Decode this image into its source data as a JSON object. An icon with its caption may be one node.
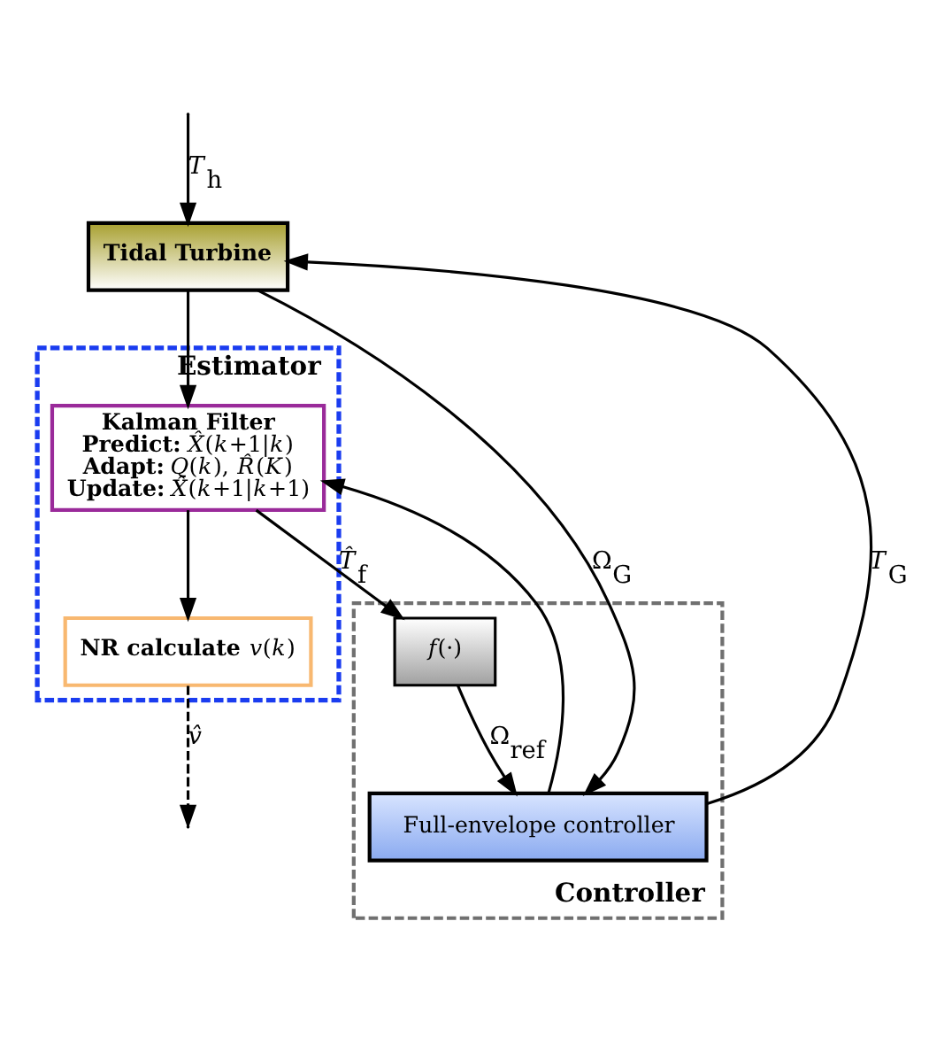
{
  "diagram": {
    "nodes": [
      {
        "text": [
          "**Tidal Turbine**"
        ]
      },
      {
        "text": [
          "**Estimator**"
        ]
      },
      {
        "text": [
          "**Kalman Filter**",
          "**Predict:** *X̂*(*k*+1|*k*)",
          "**Adapt:** *Q*(*k*), *R̂*(*K*)",
          "**Update:** *X̂*(*k*+1|*k*+1)"
        ],
        "in": 1
      },
      {
        "text": [
          "**NR calculate** *v*(*k*)"
        ],
        "in": 1
      },
      {
        "text": [
          "**Controller**"
        ]
      },
      {
        "text": [
          "*f*(·)"
        ],
        "in": 4
      },
      {
        "text": [
          "Full-envelope controller"
        ],
        "in": 4
      }
    ],
    "edges": [
      {
        "from": null,
        "to": 0,
        "arrow": "to",
        "label": "*T*$_{h}$"
      },
      {
        "from": 6,
        "to": 0,
        "arrow": "to",
        "label": "*T*$_{G}$"
      },
      {
        "from": 6,
        "to": 2,
        "arrow": "to"
      },
      {
        "from": 0,
        "to": 6,
        "arrow": "to",
        "label": "Ω$_{G}$"
      },
      {
        "from": 0,
        "to": 2,
        "arrow": "to"
      },
      {
        "from": 2,
        "to": 3,
        "arrow": "to"
      },
      {
        "from": 2,
        "to": 5,
        "arrow": "to",
        "label": "*T̂*$_{f}$"
      },
      {
        "from": 3,
        "to": null,
        "arrow": "to",
        "style": "dashed",
        "label": "*v̂*"
      },
      {
        "from": 5,
        "to": 6,
        "arrow": "to",
        "label": "Ω$_{ref}$"
      }
    ]
  }
}
